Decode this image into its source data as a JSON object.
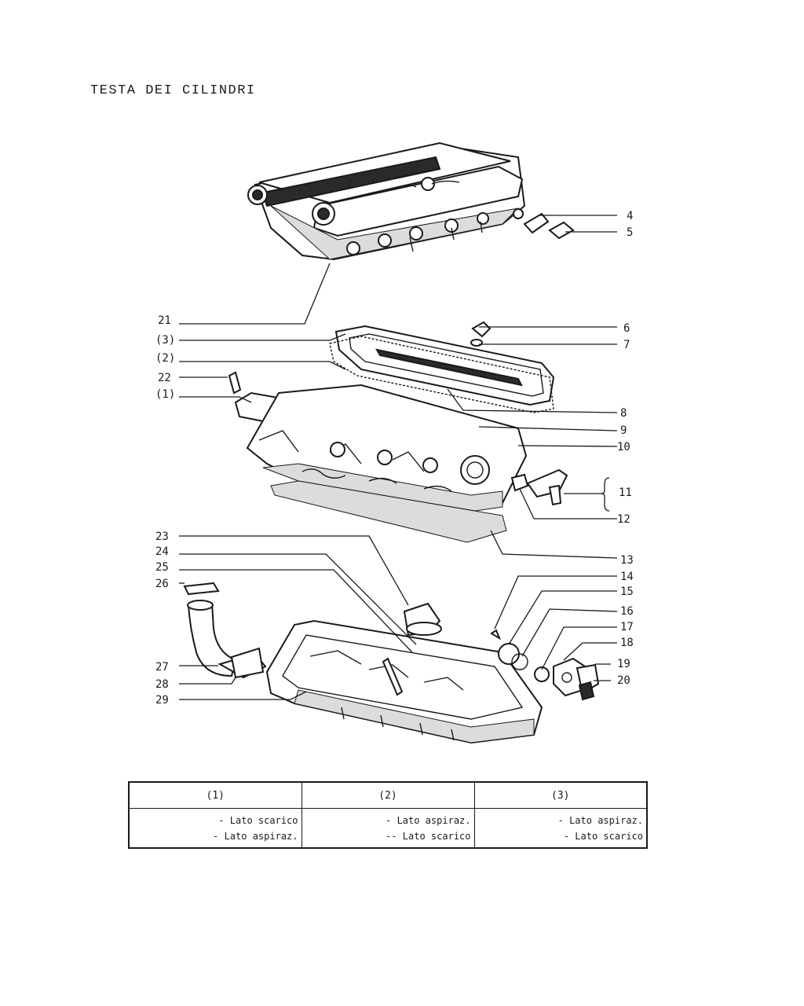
{
  "title": "TESTA DEI CILINDRI",
  "callouts": {
    "c4": "4",
    "c5": "5",
    "c6": "6",
    "c7": "7",
    "c8": "8",
    "c9": "9",
    "c10": "10",
    "c11": "11",
    "c12": "12",
    "c13": "13",
    "c14": "14",
    "c15": "15",
    "c16": "16",
    "c17": "17",
    "c18": "18",
    "c19": "19",
    "c20": "20",
    "c21": "21",
    "cp3": "(3)",
    "cp2": "(2)",
    "c22": "22",
    "cp1": "(1)",
    "c23": "23",
    "c24": "24",
    "c25": "25",
    "c26": "26",
    "c27": "27",
    "c28": "28",
    "c29": "29"
  },
  "legend": {
    "columns": [
      {
        "header": "(1)",
        "lines": [
          "- Lato scarico",
          "- Lato aspiraz."
        ]
      },
      {
        "header": "(2)",
        "lines": [
          "- Lato aspiraz.",
          "-- Lato scarico"
        ]
      },
      {
        "header": "(3)",
        "lines": [
          "- Lato aspiraz.",
          "- Lato scarico"
        ]
      }
    ]
  }
}
